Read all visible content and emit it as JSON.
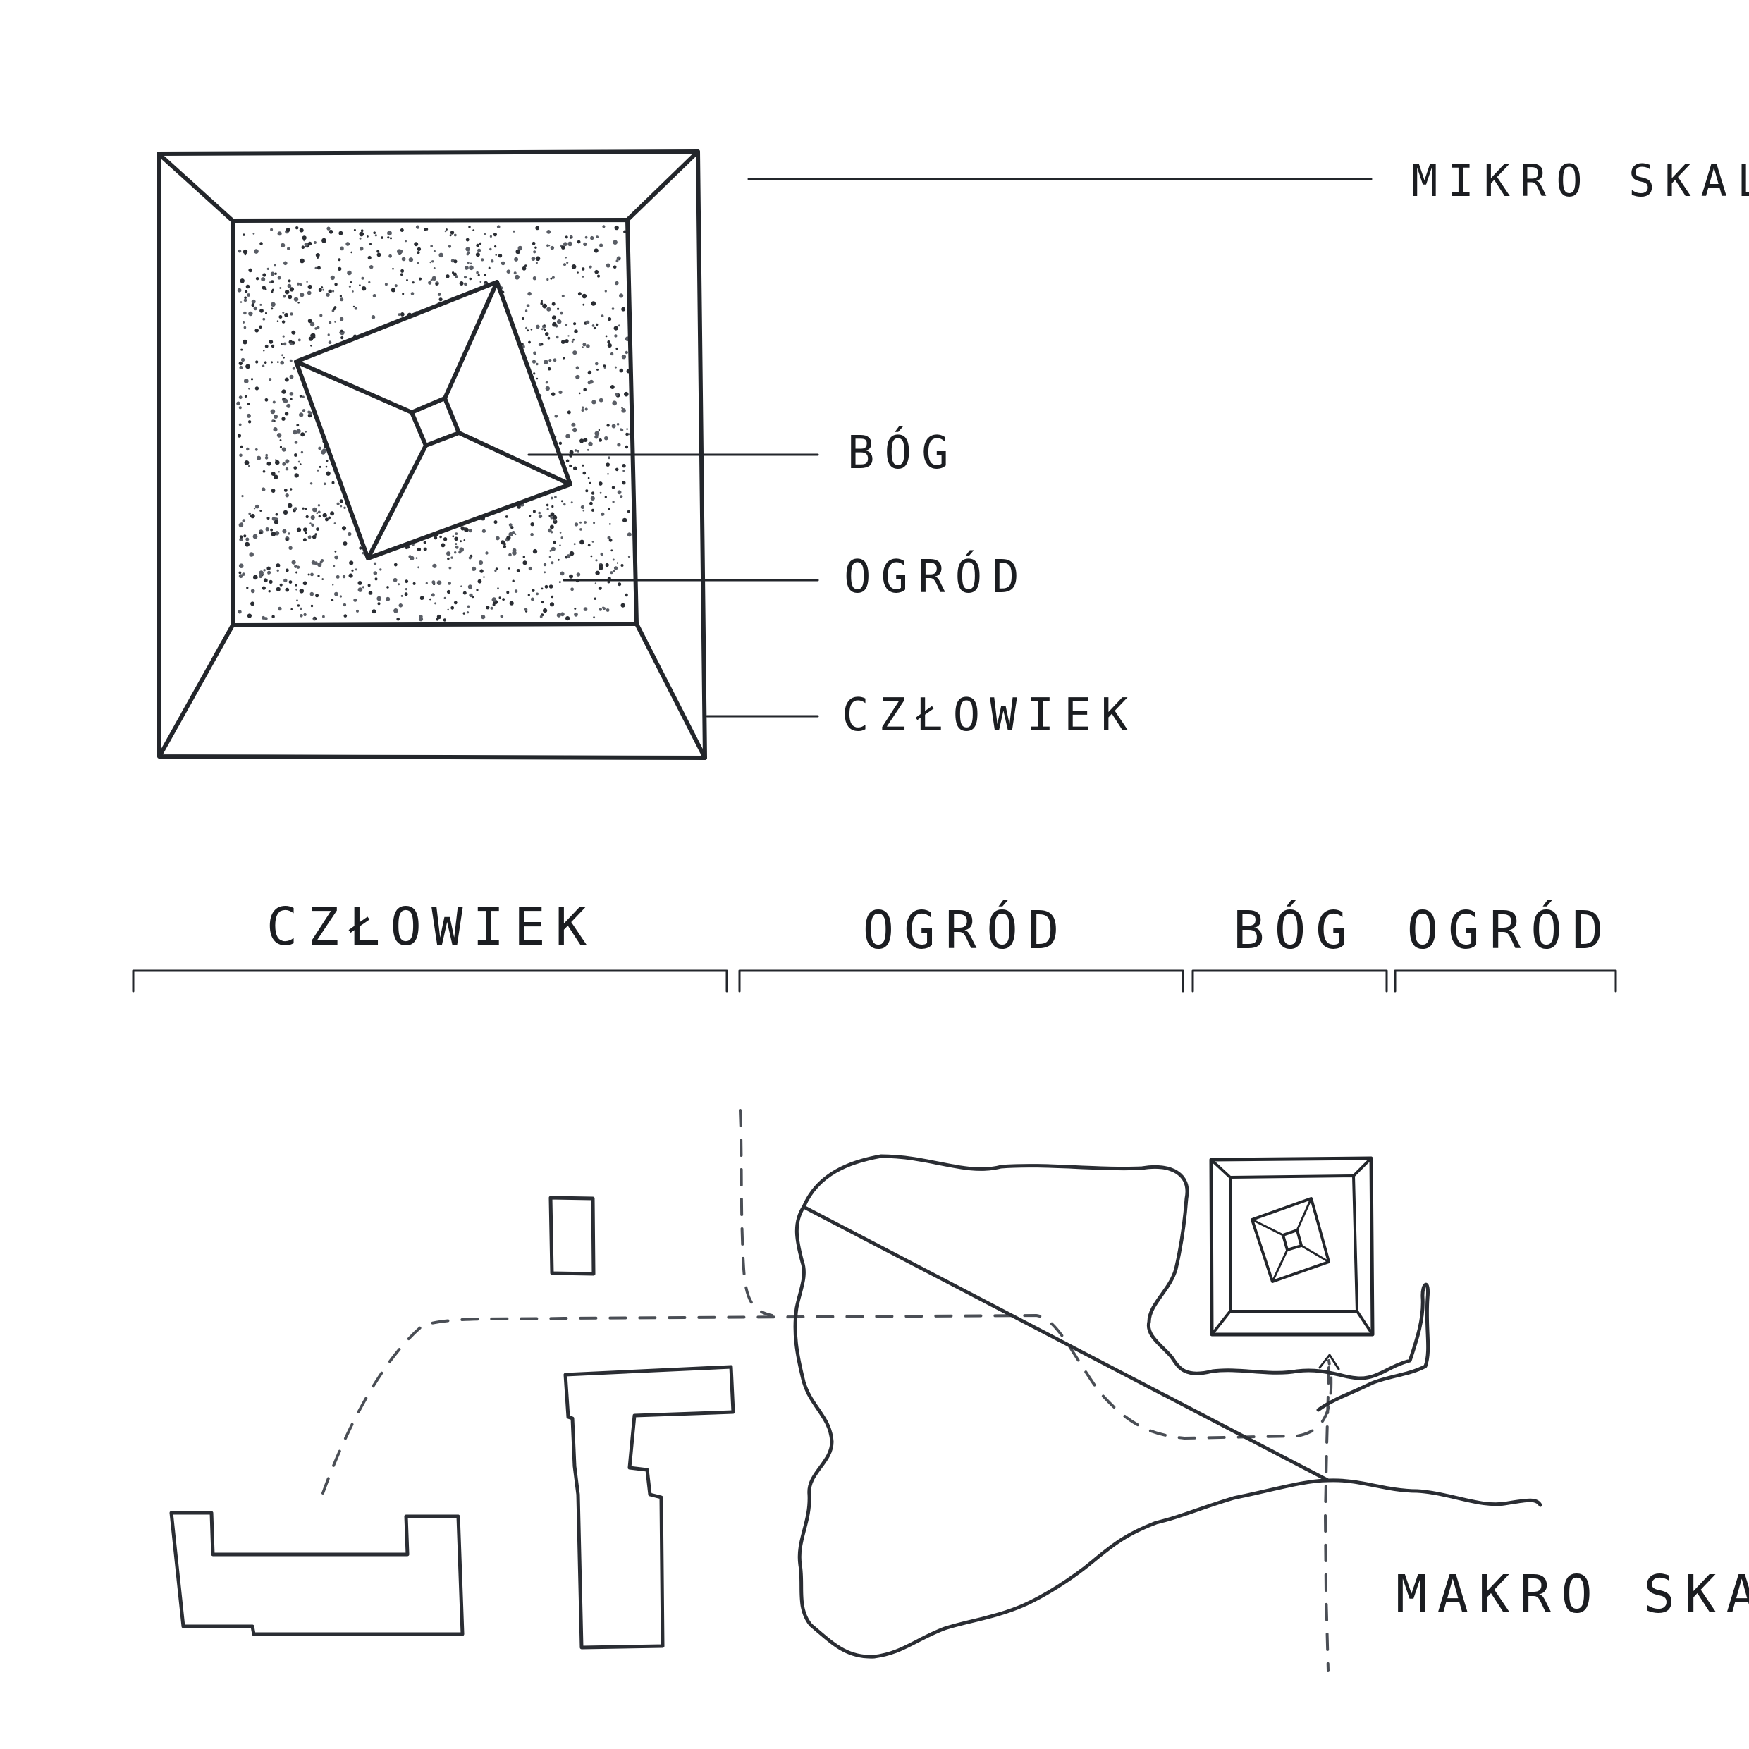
{
  "micro": {
    "title": "MIKRO SKALA",
    "labels": {
      "god": "BÓG",
      "garden": "OGRÓD",
      "man": "CZŁOWIEK"
    }
  },
  "scale_bar": {
    "segments": [
      "CZŁOWIEK",
      "OGRÓD",
      "BÓG",
      "OGRÓD"
    ]
  },
  "macro": {
    "title": "MAKRO SKALA"
  },
  "colors": {
    "ink": "#23262b",
    "paper": "#ffffff"
  }
}
